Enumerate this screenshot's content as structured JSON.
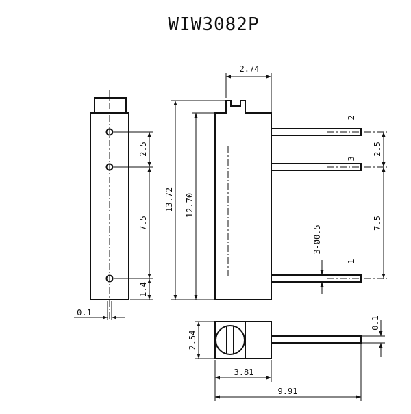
{
  "title": "WIW3082P",
  "dimensions": {
    "width_top": "2.74",
    "height_overall": "13.72",
    "height_body": "12.70",
    "pin_pitch_upper": "2.5",
    "pin_pitch_lower": "7.5",
    "pin_to_bottom": "1.4",
    "side_offset": "0.1",
    "pin_dia": "3-Ø0.5",
    "pin_thickness": "0.1",
    "base_depth": "2.54",
    "base_length": "3.81",
    "total_length": "9.91"
  },
  "pins": {
    "pin_2": "2",
    "pin_3": "3",
    "pin_1": "1"
  }
}
